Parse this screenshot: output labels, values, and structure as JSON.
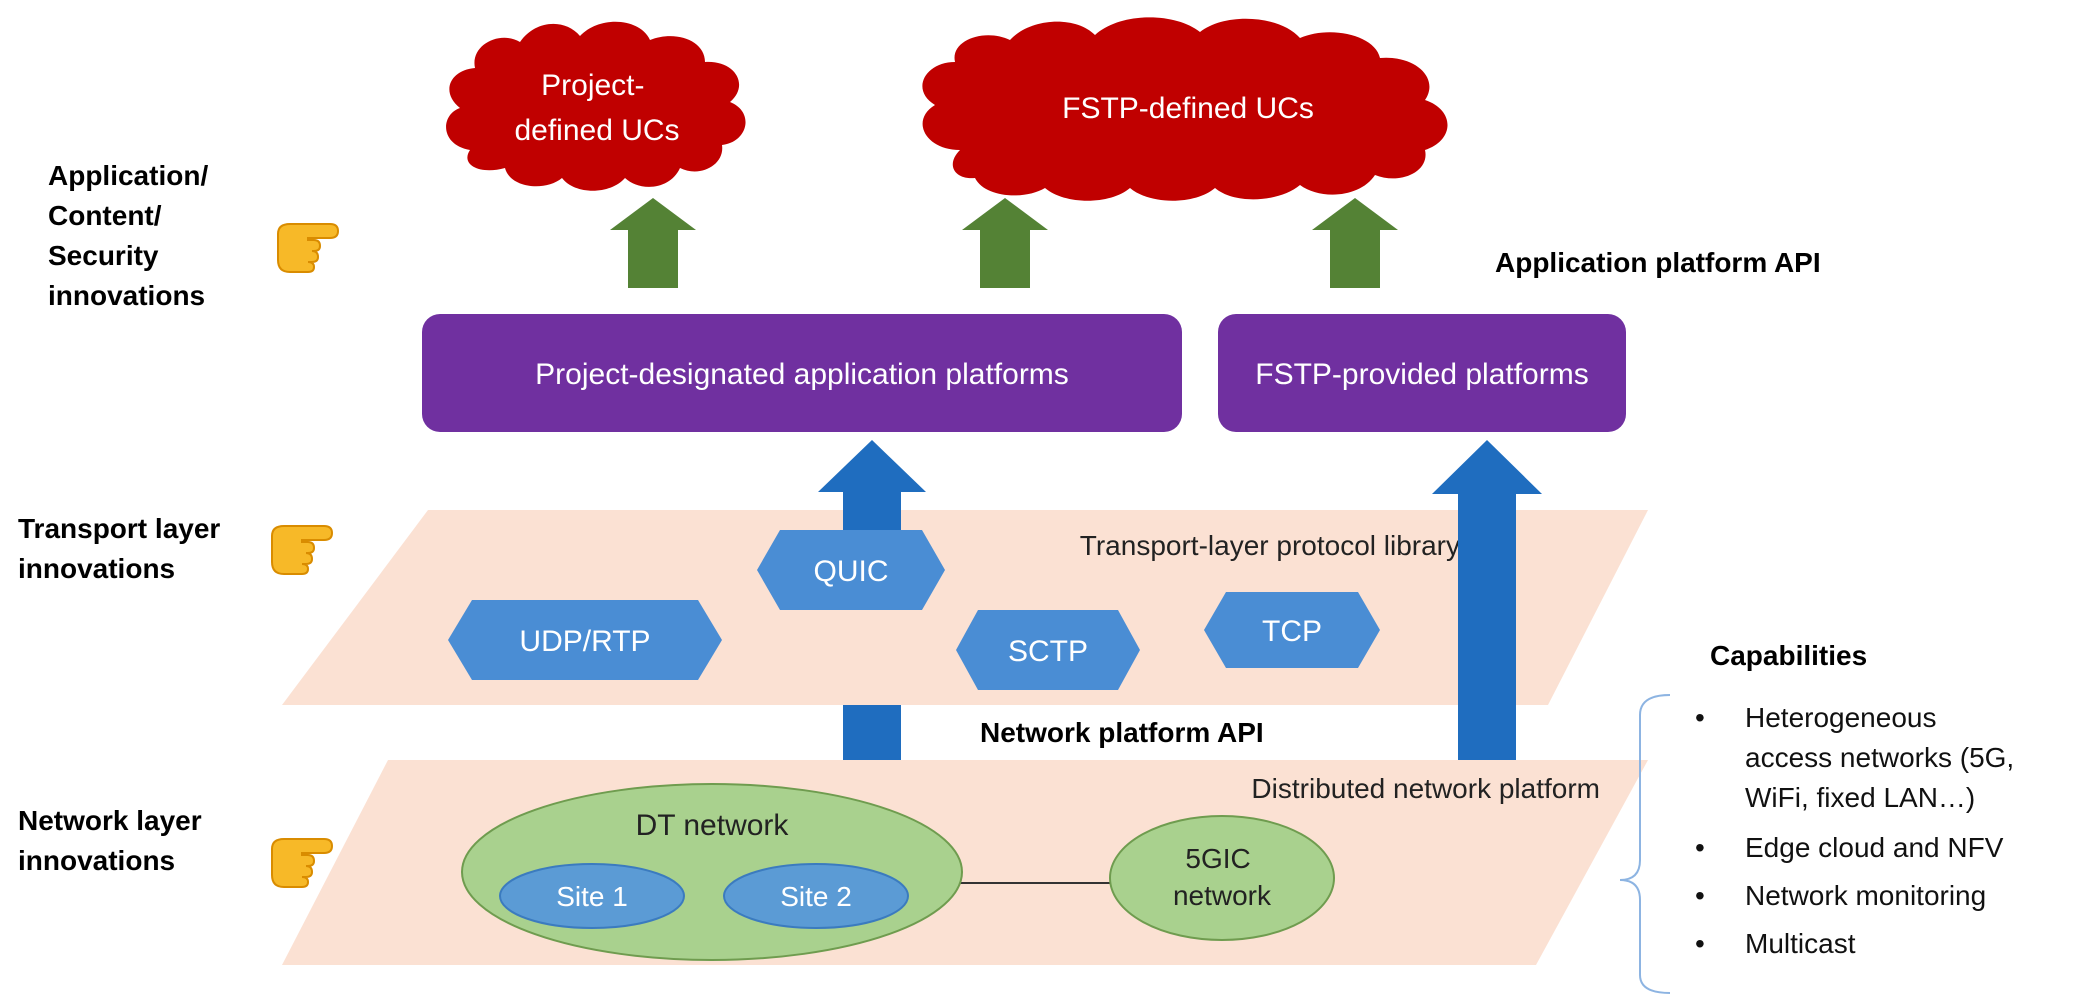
{
  "clouds": {
    "project_ucs": [
      "Project-",
      "defined UCs"
    ],
    "fstp_ucs": "FSTP-defined UCs"
  },
  "left_labels": {
    "application": [
      "Application/",
      "Content/",
      "Security",
      "innovations"
    ],
    "transport": [
      "Transport layer",
      "innovations"
    ],
    "network": [
      "Network layer",
      "innovations"
    ]
  },
  "pointer_icon": "hand-pointing-right",
  "application_platform_api": "Application platform API",
  "platforms": {
    "project": "Project-designated application platforms",
    "fstp": "FSTP-provided platforms"
  },
  "transport_layer": {
    "title": "Transport-layer protocol library",
    "protocols": [
      "QUIC",
      "UDP/RTP",
      "SCTP",
      "TCP"
    ]
  },
  "network_platform_api": "Network platform API",
  "network_layer": {
    "title": "Distributed network platform",
    "dt_network": "DT network",
    "sites": [
      "Site 1",
      "Site 2"
    ],
    "gic_network": [
      "5GIC",
      "network"
    ]
  },
  "capabilities": {
    "title": "Capabilities",
    "items": [
      [
        "Heterogeneous",
        "access networks (5G,",
        "WiFi, fixed LAN…)"
      ],
      [
        "Edge cloud and NFV"
      ],
      [
        "Network monitoring"
      ],
      [
        "Multicast"
      ]
    ]
  },
  "colors": {
    "cloud": "#c00000",
    "platform": "#7030a0",
    "layer_plane": "#fbe1d3",
    "protocol_hex": "#4a8dd4",
    "network_oval": "#a9d18e",
    "site_oval": "#5b9bd5",
    "up_arrow_green": "#548235",
    "up_arrow_blue": "#1f6dbf"
  }
}
